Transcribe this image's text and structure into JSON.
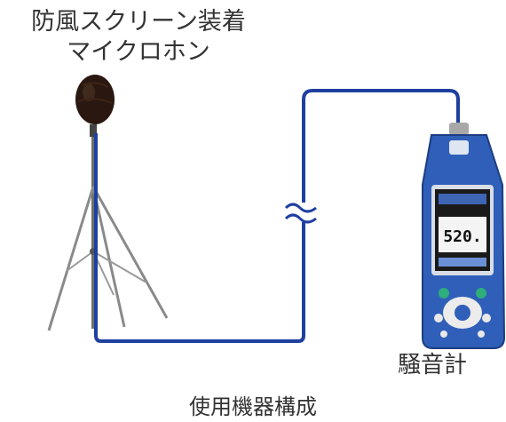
{
  "labels": {
    "mic_line1": "防風スクリーン装着",
    "mic_line2": "マイクロホン",
    "meter": "騒音計",
    "caption": "使用機器構成"
  },
  "meter_display": {
    "reading": "520."
  },
  "colors": {
    "cable": "#1f3fa0",
    "windscreen": "#2a1810",
    "tripod": "#7a7a7a",
    "meter_body": "#2f5fb8",
    "meter_screen": "#1a1a1a"
  }
}
